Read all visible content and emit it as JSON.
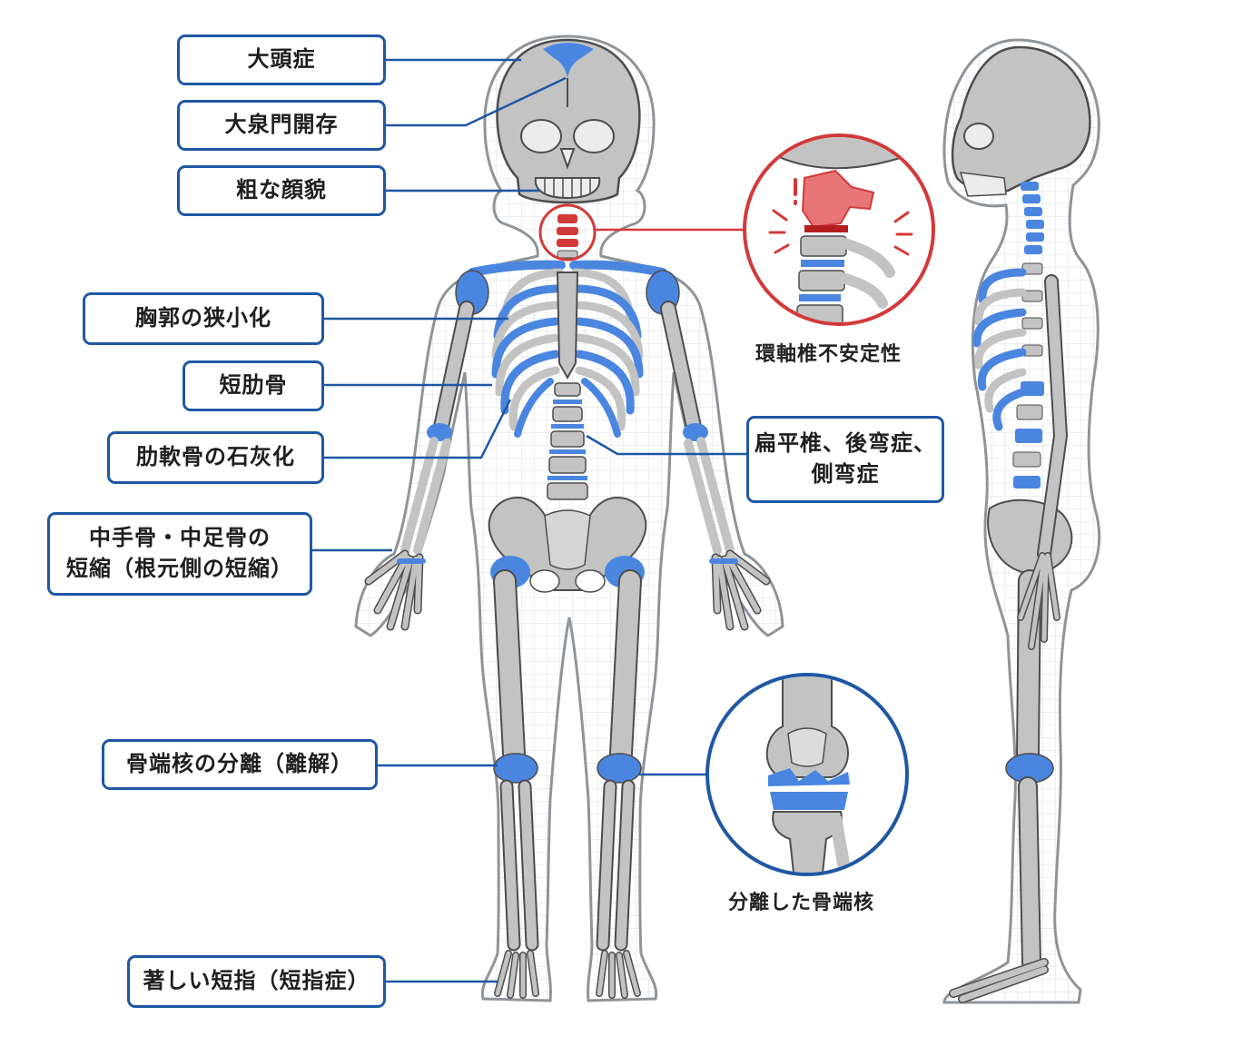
{
  "labels": {
    "macrocephaly": "大頭症",
    "open_fontanelle": "大泉門開存",
    "coarse_face": "粗な顔貌",
    "narrow_thorax": "胸郭の狭小化",
    "short_ribs": "短肋骨",
    "costal_calcification": "肋軟骨の石灰化",
    "metacarpal_line1": "中手骨・中足骨の",
    "metacarpal_line2": "短縮（根元側の短縮）",
    "epiphysis_separation": "骨端核の分離（離解）",
    "brachydactyly": "著しい短指（短指症）",
    "spine_line1": "扁平椎、後弯症、",
    "spine_line2": "側弯症"
  },
  "callouts": {
    "atlantoaxial": "環軸椎不安定性",
    "separated_epiphysis": "分離した骨端核"
  },
  "colors": {
    "label_border": "#1f57a4",
    "bone_gray": "#c3c3c3",
    "highlight_blue": "#4a86e0",
    "alert_red": "#d23a3a",
    "outline_dark": "#4d4d4d"
  }
}
